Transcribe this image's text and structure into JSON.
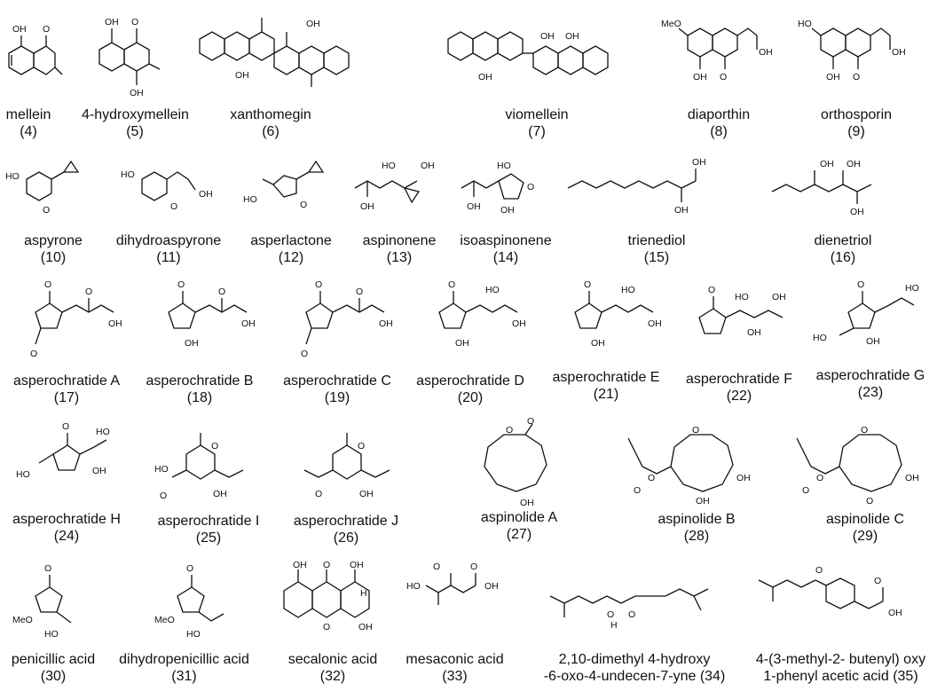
{
  "atom_labels": {
    "oh": "OH",
    "ho": "HO",
    "o": "O",
    "meo": "MeO",
    "h": "H"
  },
  "compounds": [
    {
      "name": "mellein",
      "number": "(4)"
    },
    {
      "name": "4-hydroxymellein",
      "number": "(5)"
    },
    {
      "name": "xanthomegin",
      "number": "(6)"
    },
    {
      "name": "viomellein",
      "number": "(7)"
    },
    {
      "name": "diaporthin",
      "number": "(8)"
    },
    {
      "name": "orthosporin",
      "number": "(9)"
    },
    {
      "name": "aspyrone",
      "number": "(10)"
    },
    {
      "name": "dihydroaspyrone",
      "number": "(11)"
    },
    {
      "name": "asperlactone",
      "number": "(12)"
    },
    {
      "name": "aspinonene",
      "number": "(13)"
    },
    {
      "name": "isoaspinonene",
      "number": "(14)"
    },
    {
      "name": "trienediol",
      "number": "(15)"
    },
    {
      "name": "dienetriol",
      "number": "(16)"
    },
    {
      "name": "asperochratide A",
      "number": "(17)"
    },
    {
      "name": "asperochratide B",
      "number": "(18)"
    },
    {
      "name": "asperochratide C",
      "number": "(19)"
    },
    {
      "name": "asperochratide D",
      "number": "(20)"
    },
    {
      "name": "asperochratide E",
      "number": "(21)"
    },
    {
      "name": "asperochratide F",
      "number": "(22)"
    },
    {
      "name": "asperochratide G",
      "number": "(23)"
    },
    {
      "name": "asperochratide H",
      "number": "(24)"
    },
    {
      "name": "asperochratide I",
      "number": "(25)"
    },
    {
      "name": "asperochratide J",
      "number": "(26)"
    },
    {
      "name": "aspinolide A",
      "number": "(27)"
    },
    {
      "name": "aspinolide B",
      "number": "(28)"
    },
    {
      "name": "aspinolide C",
      "number": "(29)"
    },
    {
      "name": "penicillic acid",
      "number": "(30)"
    },
    {
      "name": "dihydropenicillic acid",
      "number": "(31)"
    },
    {
      "name": "secalonic acid",
      "number": "(32)"
    },
    {
      "name": "mesaconic acid",
      "number": "(33)"
    },
    {
      "name": "2,10-dimethyl 4-hydroxy",
      "name_line2": "-6-oxo-4-undecen-7-yne (34)"
    },
    {
      "name": "4-(3-methyl-2- butenyl) oxy",
      "name_line2": "1-phenyl acetic acid (35)"
    }
  ]
}
